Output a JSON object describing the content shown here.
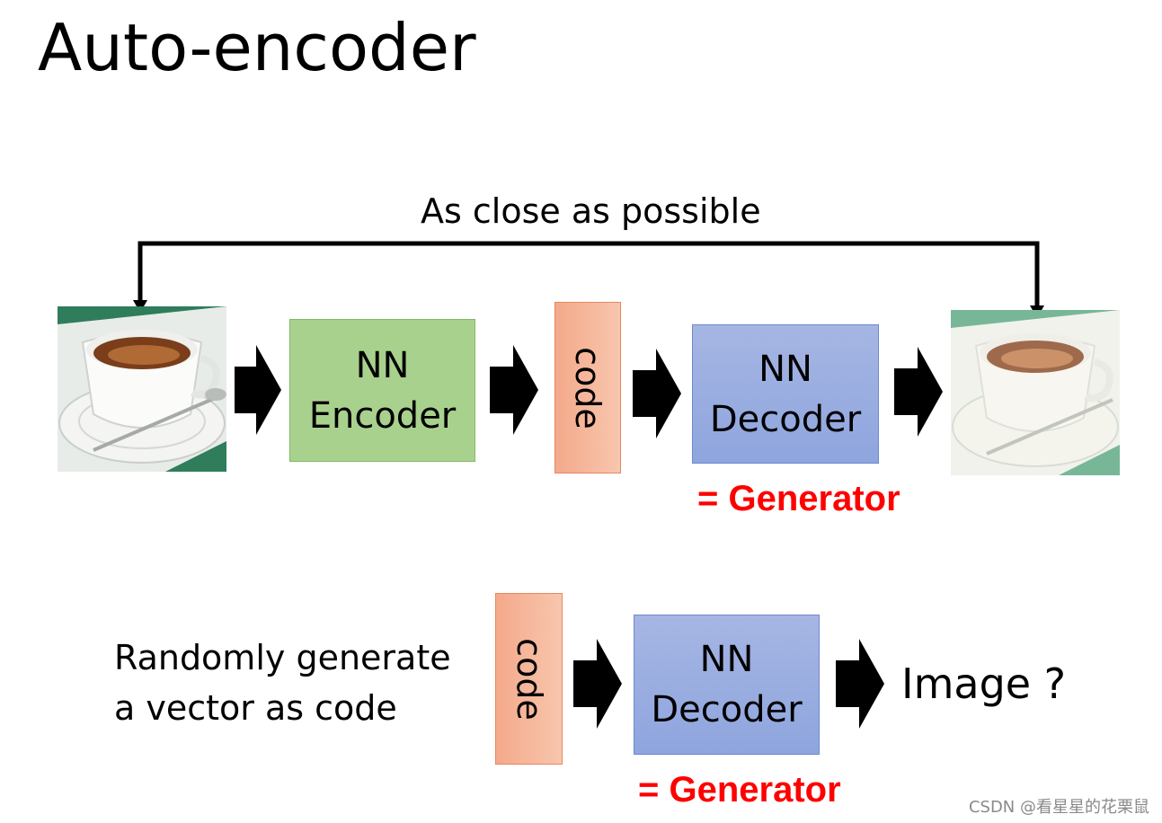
{
  "title": "Auto-encoder",
  "top_row": {
    "caption": "As close as possible",
    "encoder": {
      "line1": "NN",
      "line2": "Encoder"
    },
    "code": "code",
    "decoder": {
      "line1": "NN",
      "line2": "Decoder"
    },
    "generator": "= Generator"
  },
  "bottom_row": {
    "random_line1": "Randomly generate",
    "random_line2": "a vector as code",
    "code": "code",
    "decoder": {
      "line1": "NN",
      "line2": "Decoder"
    },
    "output": "Image ?",
    "generator": "= Generator"
  },
  "watermark": "CSDN @看星星的花栗鼠",
  "colors": {
    "encoder_fill": "#a9d18e",
    "decoder_fill": "#8ea5de",
    "code_fill": "#f4a98a",
    "generator_text": "#ff0000"
  }
}
